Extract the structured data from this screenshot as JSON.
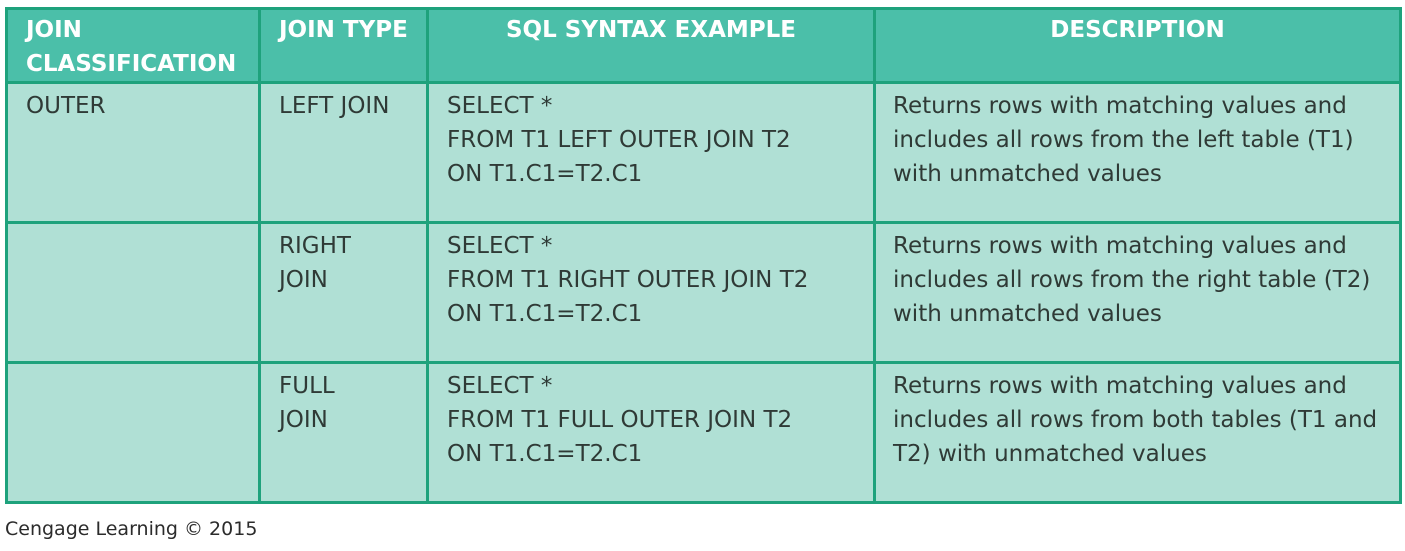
{
  "table": {
    "headers": [
      "JOIN\nCLASSIFICATION",
      "JOIN TYPE",
      "SQL SYNTAX EXAMPLE",
      "DESCRIPTION"
    ],
    "rows": [
      {
        "classification": "OUTER",
        "join_type": "LEFT JOIN",
        "sql": "SELECT *\nFROM T1 LEFT OUTER JOIN T2\nON T1.C1=T2.C1",
        "description": "Returns rows with matching values and includes all rows from the left table (T1) with unmatched values"
      },
      {
        "classification": "",
        "join_type": "RIGHT\nJOIN",
        "sql": "SELECT *\nFROM T1 RIGHT OUTER JOIN T2\nON T1.C1=T2.C1",
        "description": "Returns rows with matching values and includes all rows from the right table (T2) with unmatched values"
      },
      {
        "classification": "",
        "join_type": "FULL\nJOIN",
        "sql": "SELECT *\nFROM T1 FULL OUTER JOIN T2\nON T1.C1=T2.C1",
        "description": "Returns rows with matching values and includes all rows from both tables (T1 and T2) with unmatched values"
      }
    ]
  },
  "credit": "Cengage Learning © 2015",
  "colors": {
    "header_bg": "#4bbfa9",
    "cell_bg": "#b0e0d5",
    "border": "#1ea27c",
    "header_text": "#ffffff",
    "cell_text": "#2f3a36"
  }
}
